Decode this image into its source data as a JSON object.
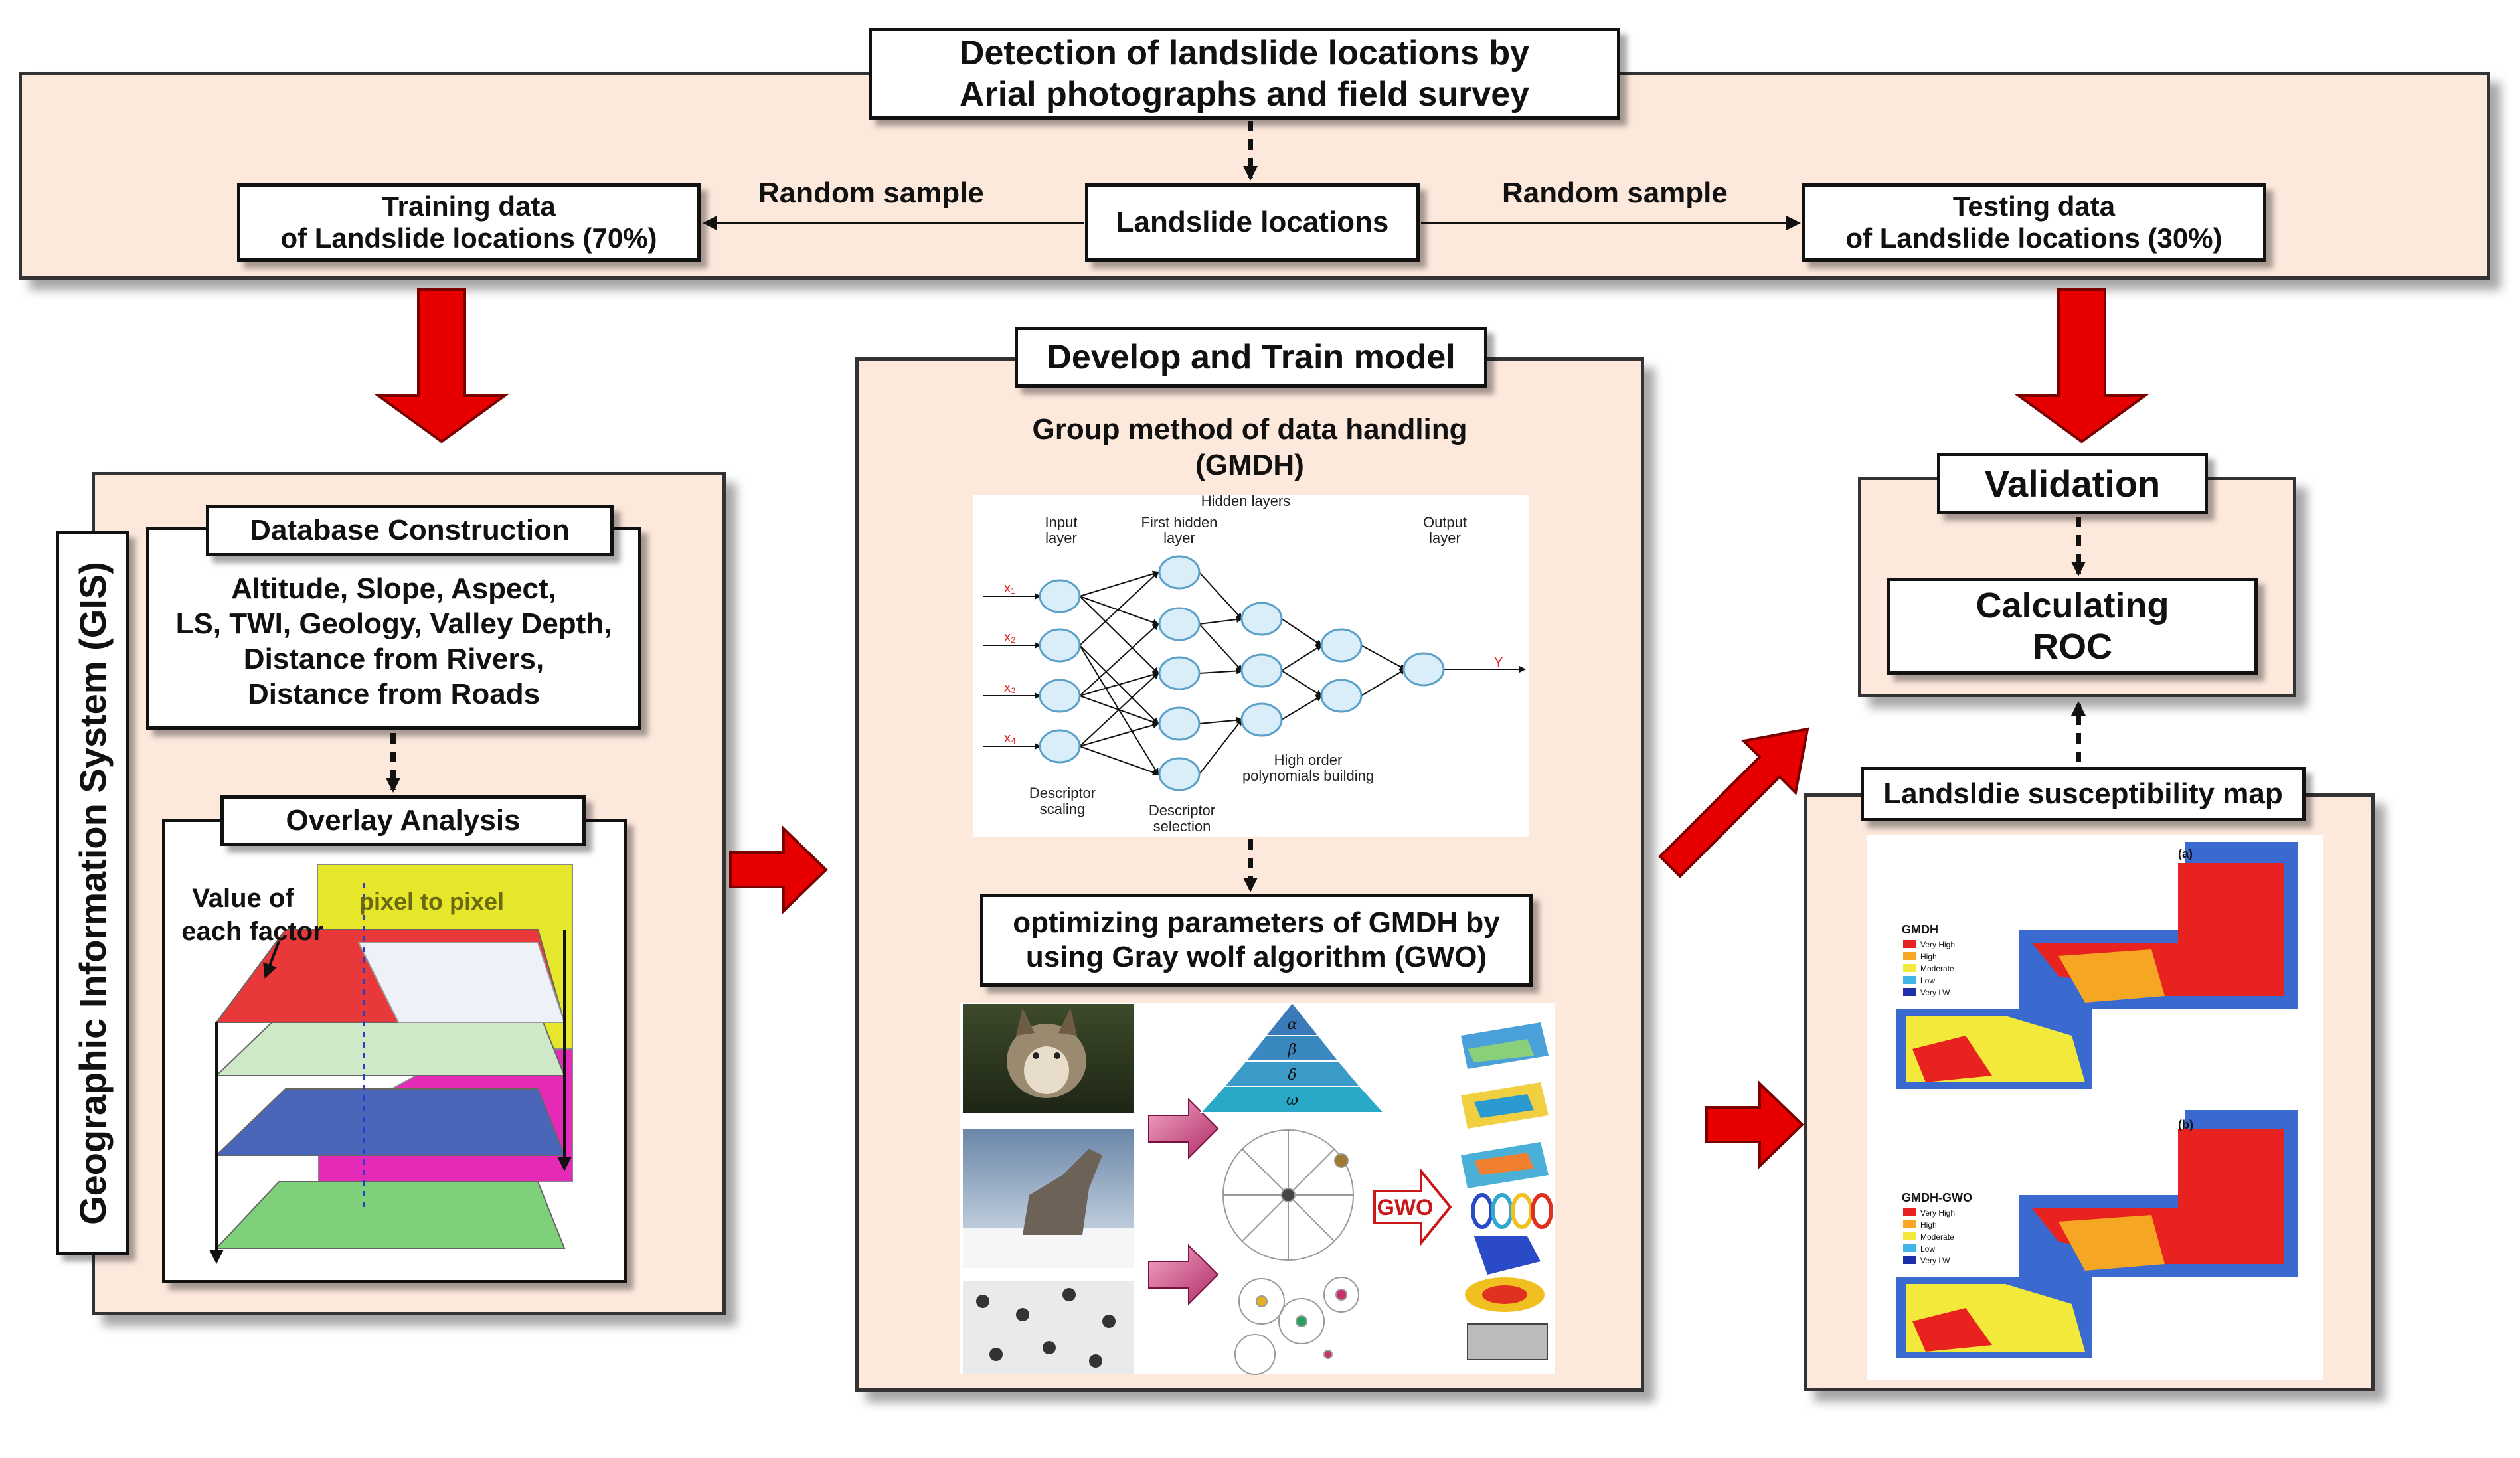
{
  "top": {
    "detection_line1": "Detection of landslide locations by",
    "detection_line2": "Arial photographs and field survey",
    "landslide_locations": "Landslide locations",
    "random_sample_left": "Random sample",
    "random_sample_right": "Random sample",
    "training_line1": "Training data",
    "training_line2": "of Landslide locations (70%)",
    "testing_line1": "Testing data",
    "testing_line2": "of Landslide locations (30%)"
  },
  "gis": {
    "vertical_title": "Geographic Information System (GIS)",
    "database_title": "Database Construction",
    "factors_line1": "Altitude, Slope, Aspect,",
    "factors_line2": "LS, TWI, Geology, Valley Depth,",
    "factors_line3": "Distance from Rivers,",
    "factors_line4": "Distance from Roads",
    "overlay_title": "Overlay Analysis",
    "value_line1": "Value of",
    "value_line2": "each factor",
    "pixel_label": "pixel to pixel"
  },
  "model": {
    "title": "Develop and Train model",
    "gmdh_line1": "Group method of data handling",
    "gmdh_line2": "(GMDH)",
    "net": {
      "hidden_layers": "Hidden layers",
      "input_layer_1": "Input",
      "input_layer_2": "layer",
      "first_hidden_1": "First hidden",
      "first_hidden_2": "layer",
      "output_layer_1": "Output",
      "output_layer_2": "layer",
      "high_order_1": "High order",
      "high_order_2": "polynomials building",
      "desc_scaling_1": "Descriptor",
      "desc_scaling_2": "scaling",
      "desc_selection_1": "Descriptor",
      "desc_selection_2": "selection",
      "inputs": [
        "x₁",
        "x₂",
        "x₃",
        "x₄"
      ],
      "output": "Y"
    },
    "gwo_line1": "optimizing parameters of GMDH by",
    "gwo_line2": "using Gray wolf algorithm (GWO)",
    "gwo_badge": "GWO",
    "pyramid": [
      "α",
      "β",
      "δ",
      "ω"
    ]
  },
  "validation": {
    "title": "Validation",
    "roc_line1": "Calculating",
    "roc_line2": "ROC"
  },
  "map": {
    "title": "Landsldie susceptibility map",
    "panel_a": "(a)",
    "panel_b": "(b)",
    "legend_a_title": "GMDH",
    "legend_b_title": "GMDH-GWO",
    "legend_items": [
      "Very High",
      "High",
      "Moderate",
      "Low",
      "Very LW"
    ],
    "legend_colors": [
      "#e8231f",
      "#f5a623",
      "#f2e93a",
      "#3fb5e8",
      "#1c2fa8"
    ]
  },
  "colors": {
    "panel": "#fde8dc",
    "arrow_red": "#e60000",
    "arrow_pink": "#c8306e"
  }
}
